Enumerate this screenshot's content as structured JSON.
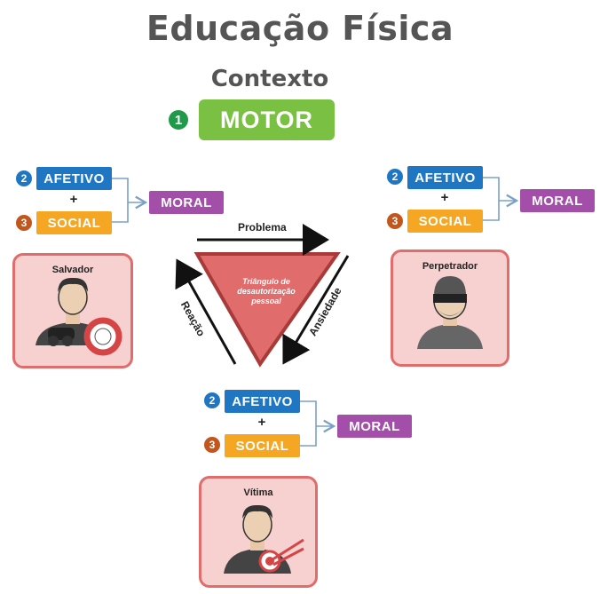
{
  "header": {
    "title": "Educação Física",
    "subtitle": "Contexto"
  },
  "motor": {
    "number": "1",
    "label": "MOTOR"
  },
  "groups": {
    "left": {
      "n2": "2",
      "afetivo": "AFETIVO",
      "plus": "+",
      "n3": "3",
      "social": "SOCIAL",
      "moral": "MORAL"
    },
    "right": {
      "n2": "2",
      "afetivo": "AFETIVO",
      "plus": "+",
      "n3": "3",
      "social": "SOCIAL",
      "moral": "MORAL"
    },
    "bottom": {
      "n2": "2",
      "afetivo": "AFETIVO",
      "plus": "+",
      "n3": "3",
      "social": "SOCIAL",
      "moral": "MORAL"
    }
  },
  "triangle": {
    "center_text": "Triângulo de desautorização pessoal",
    "top_label": "Problema",
    "right_label": "Ansiedade",
    "left_label": "Reação"
  },
  "roles": {
    "salvador": "Salvador",
    "perpetrador": "Perpetrador",
    "vitima": "Vítima"
  },
  "colors": {
    "motor": "#7ac143",
    "afetivo": "#1f77c4",
    "social": "#f5a623",
    "moral": "#a34ea8",
    "triangle": "#e06c6c",
    "card_bg": "#f7d0d0",
    "card_border": "#e06c6c"
  }
}
